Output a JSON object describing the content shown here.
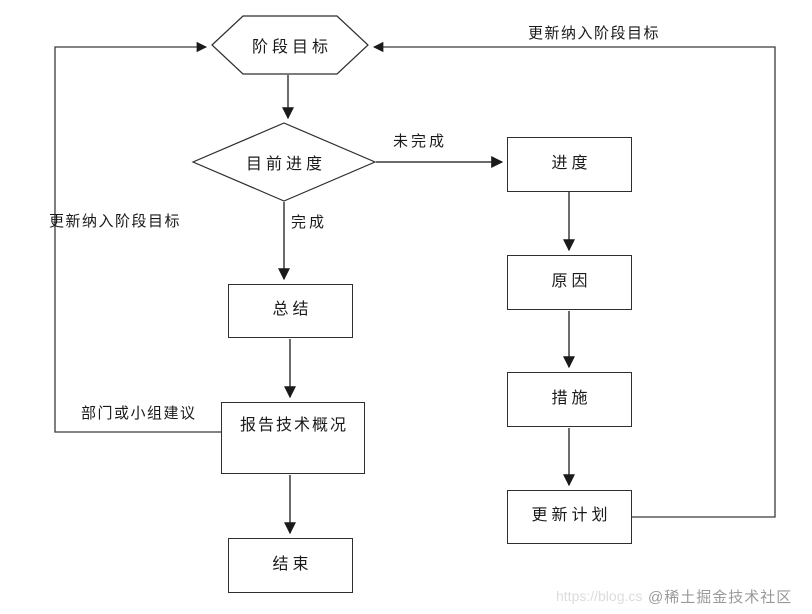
{
  "diagram": {
    "nodes": {
      "stage_goal": {
        "label": "阶段目标",
        "shape": "hexagon"
      },
      "current_progress": {
        "label": "目前进度",
        "shape": "diamond"
      },
      "progress": {
        "label": "进度",
        "shape": "rect"
      },
      "reason": {
        "label": "原因",
        "shape": "rect"
      },
      "measures": {
        "label": "措施",
        "shape": "rect"
      },
      "update_plan": {
        "label": "更新计划",
        "shape": "rect"
      },
      "summary": {
        "label": "总结",
        "shape": "rect"
      },
      "report": {
        "label": "报告技术概况",
        "shape": "rect"
      },
      "end": {
        "label": "结束",
        "shape": "rect"
      }
    },
    "edge_labels": {
      "not_done": "未完成",
      "done": "完成",
      "update_to_goal_right": "更新纳入阶段目标",
      "update_to_goal_left": "更新纳入阶段目标",
      "dept_suggestion": "部门或小组建议"
    },
    "colors": {
      "line": "#3a3a3a",
      "shape_stroke": "#2f2f2f",
      "text": "#1a1a1a",
      "background": "#ffffff"
    }
  },
  "watermark": {
    "url_text": "https://blog.cs",
    "community_text": "@稀土掘金技术社区"
  }
}
